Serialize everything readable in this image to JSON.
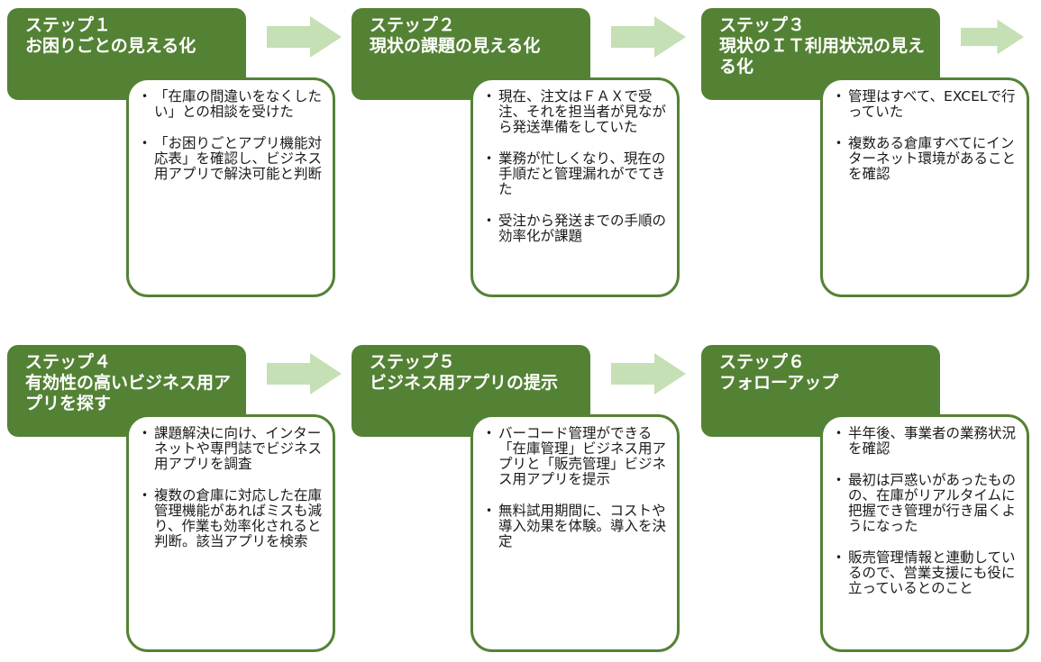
{
  "colors": {
    "header_bg": "#548235",
    "border": "#548235",
    "arrow": "#c5e0b4",
    "header_text": "#ffffff"
  },
  "steps": [
    {
      "num": "ステップ１",
      "title": "お困りごとの見える化",
      "items": [
        "「在庫の間違いをなくしたい」との相談を受けた",
        "「お困りごとアプリ機能対応表」を確認し、ビジネス用アプリで解決可能と判断"
      ]
    },
    {
      "num": "ステップ２",
      "title": "現状の課題の見える化",
      "items": [
        "現在、注文はＦＡＸで受注、それを担当者が見ながら発送準備をしていた",
        "業務が忙しくなり、現在の手順だと管理漏れがでてきた",
        "受注から発送までの手順の効率化が課題"
      ]
    },
    {
      "num": "ステップ３",
      "title": "現状のＩＴ利用状況の見える化",
      "items": [
        "管理はすべて、EXCELで行っていた",
        "複数ある倉庫すべてにインターネット環境があることを確認"
      ]
    },
    {
      "num": "ステップ４",
      "title": "有効性の高いビジネス用アプリを探す",
      "items": [
        "課題解決に向け、インターネットや専門誌でビジネス用アプリを調査",
        "複数の倉庫に対応した在庫管理機能があればミスも減り、作業も効率化されると判断。該当アプリを検索"
      ]
    },
    {
      "num": "ステップ５",
      "title": "ビジネス用アプリの提示",
      "items": [
        "バーコード管理ができる「在庫管理」ビジネス用アプリと「販売管理」ビジネス用アプリを提示",
        "無料試用期間に、コストや導入効果を体験。導入を決定"
      ]
    },
    {
      "num": "ステップ６",
      "title": "フォローアップ",
      "items": [
        "半年後、事業者の業務状況を確認",
        "最初は戸惑いがあったものの、在庫がリアルタイムに把握でき管理が行き届くようになった",
        "販売管理情報と連動しているので、営業支援にも役に立っているとのこと"
      ]
    }
  ]
}
